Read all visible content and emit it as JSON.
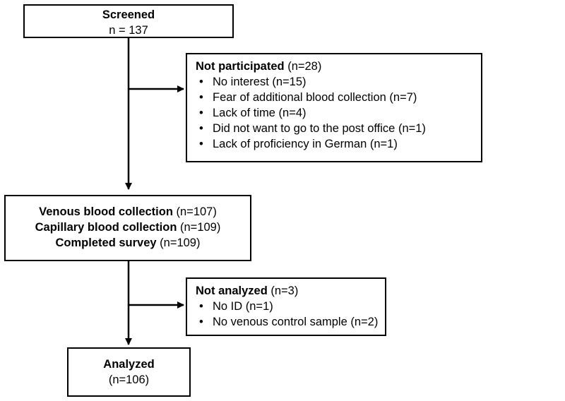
{
  "screened": {
    "title": "Screened",
    "count": "n = 137"
  },
  "not_participated": {
    "title": "Not participated",
    "count": " (n=28)",
    "items": [
      "No interest (n=15)",
      "Fear of additional blood collection (n=7)",
      "Lack of time (n=4)",
      "Did not want to go to the post office (n=1)",
      "Lack of proficiency in German (n=1)"
    ]
  },
  "collection": {
    "venous": {
      "label": "Venous blood collection",
      "count": " (n=107)"
    },
    "capillary": {
      "label": "Capillary blood collection",
      "count": " (n=109)"
    },
    "survey": {
      "label": "Completed survey",
      "count": " (n=109)"
    }
  },
  "not_analyzed": {
    "title": "Not analyzed",
    "count": " (n=3)",
    "items": [
      "No ID (n=1)",
      "No venous control sample (n=2)"
    ]
  },
  "analyzed": {
    "title": "Analyzed",
    "count": "(n=106)"
  },
  "bullet": "•"
}
